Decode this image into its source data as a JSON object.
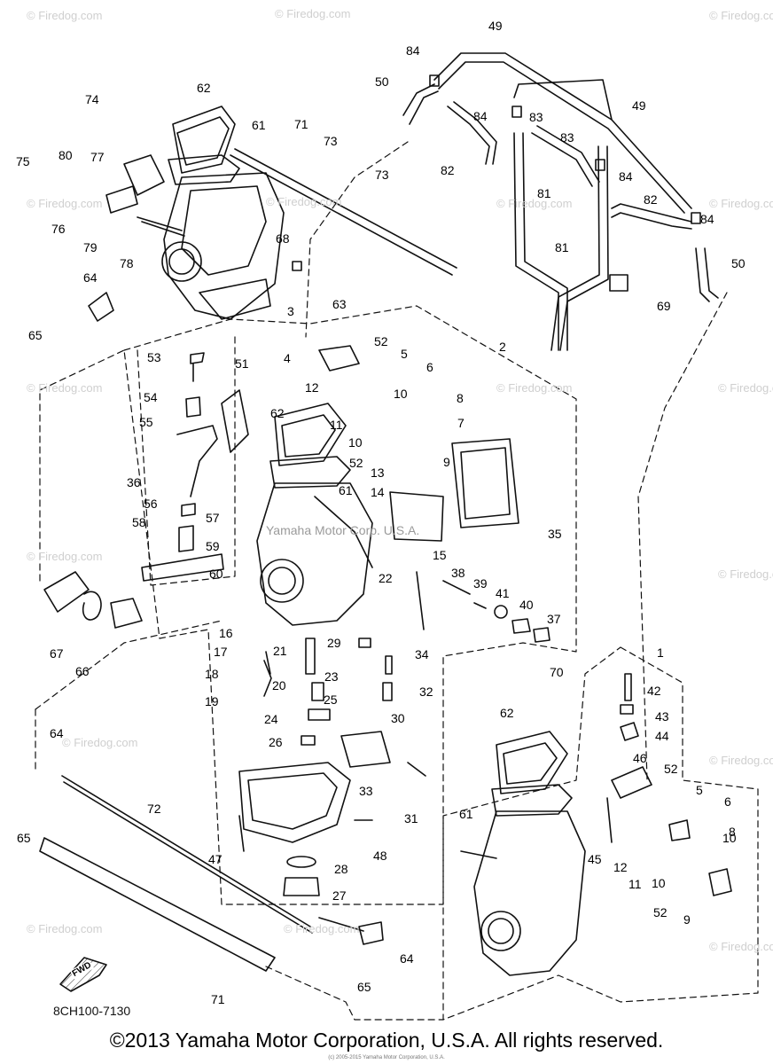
{
  "watermark": "© Firedog.com",
  "center_watermark": "Yamaha Motor Corp. U.S.A.",
  "diagram_code": "8CH100-7130",
  "fwd_label": "FWD",
  "copyright": "©2013 Yamaha Motor Corporation, U.S.A. All rights reserved.",
  "fine_print": "(c) 2005-2015 Yamaha Motor Corporation, U.S.A.",
  "callouts": [
    {
      "n": "49"
    },
    {
      "n": "49"
    },
    {
      "n": "84"
    },
    {
      "n": "84"
    },
    {
      "n": "84"
    },
    {
      "n": "84"
    },
    {
      "n": "50"
    },
    {
      "n": "50"
    },
    {
      "n": "83"
    },
    {
      "n": "83"
    },
    {
      "n": "82"
    },
    {
      "n": "82"
    },
    {
      "n": "81"
    },
    {
      "n": "81"
    },
    {
      "n": "69"
    },
    {
      "n": "62"
    },
    {
      "n": "61"
    },
    {
      "n": "71"
    },
    {
      "n": "73"
    },
    {
      "n": "73"
    },
    {
      "n": "74"
    },
    {
      "n": "75"
    },
    {
      "n": "80"
    },
    {
      "n": "77"
    },
    {
      "n": "76"
    },
    {
      "n": "79"
    },
    {
      "n": "78"
    },
    {
      "n": "68"
    },
    {
      "n": "64"
    },
    {
      "n": "65"
    },
    {
      "n": "3"
    },
    {
      "n": "63"
    },
    {
      "n": "53"
    },
    {
      "n": "51"
    },
    {
      "n": "4"
    },
    {
      "n": "52"
    },
    {
      "n": "5"
    },
    {
      "n": "2"
    },
    {
      "n": "6"
    },
    {
      "n": "12"
    },
    {
      "n": "54"
    },
    {
      "n": "10"
    },
    {
      "n": "8"
    },
    {
      "n": "11"
    },
    {
      "n": "10"
    },
    {
      "n": "62"
    },
    {
      "n": "55"
    },
    {
      "n": "7"
    },
    {
      "n": "52"
    },
    {
      "n": "9"
    },
    {
      "n": "36"
    },
    {
      "n": "13"
    },
    {
      "n": "14"
    },
    {
      "n": "61"
    },
    {
      "n": "56"
    },
    {
      "n": "57"
    },
    {
      "n": "58"
    },
    {
      "n": "35"
    },
    {
      "n": "59"
    },
    {
      "n": "15"
    },
    {
      "n": "60"
    },
    {
      "n": "22"
    },
    {
      "n": "38"
    },
    {
      "n": "39"
    },
    {
      "n": "41"
    },
    {
      "n": "40"
    },
    {
      "n": "37"
    },
    {
      "n": "67"
    },
    {
      "n": "66"
    },
    {
      "n": "16"
    },
    {
      "n": "17"
    },
    {
      "n": "21"
    },
    {
      "n": "29"
    },
    {
      "n": "34"
    },
    {
      "n": "1"
    },
    {
      "n": "70"
    },
    {
      "n": "42"
    },
    {
      "n": "18"
    },
    {
      "n": "23"
    },
    {
      "n": "32"
    },
    {
      "n": "20"
    },
    {
      "n": "25"
    },
    {
      "n": "19"
    },
    {
      "n": "43"
    },
    {
      "n": "24"
    },
    {
      "n": "30"
    },
    {
      "n": "62"
    },
    {
      "n": "44"
    },
    {
      "n": "64"
    },
    {
      "n": "26"
    },
    {
      "n": "46"
    },
    {
      "n": "52"
    },
    {
      "n": "33"
    },
    {
      "n": "5"
    },
    {
      "n": "6"
    },
    {
      "n": "72"
    },
    {
      "n": "61"
    },
    {
      "n": "31"
    },
    {
      "n": "65"
    },
    {
      "n": "10"
    },
    {
      "n": "8"
    },
    {
      "n": "47"
    },
    {
      "n": "48"
    },
    {
      "n": "45"
    },
    {
      "n": "12"
    },
    {
      "n": "28"
    },
    {
      "n": "11"
    },
    {
      "n": "10"
    },
    {
      "n": "27"
    },
    {
      "n": "52"
    },
    {
      "n": "9"
    },
    {
      "n": "64"
    },
    {
      "n": "65"
    },
    {
      "n": "71"
    }
  ]
}
